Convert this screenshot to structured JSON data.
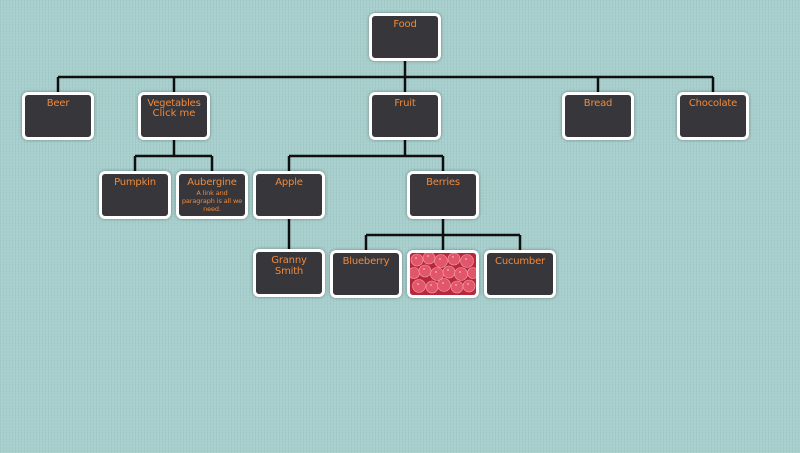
{
  "colors": {
    "background": "#a7cfcd",
    "node_fill": "#36363b",
    "node_border": "#ffffff",
    "label_text": "#f08a3c",
    "connector": "#0f0f0f"
  },
  "tree": {
    "root": "Food",
    "level1": {
      "beer": "Beer",
      "vegetables": "Vegetables",
      "vegetables_link": "Click me",
      "fruit": "Fruit",
      "bread": "Bread",
      "chocolate": "Chocolate"
    },
    "vegetables_children": {
      "pumpkin": "Pumpkin",
      "aubergine": "Aubergine",
      "aubergine_text": "A link and paragraph is all we need."
    },
    "fruit_children": {
      "apple": "Apple",
      "berries": "Berries"
    },
    "apple_children": {
      "granny_smith": "Granny Smith"
    },
    "berries_children": {
      "blueberry": "Blueberry",
      "raspberry_image": "raspberry-photo",
      "cucumber": "Cucumber"
    }
  }
}
